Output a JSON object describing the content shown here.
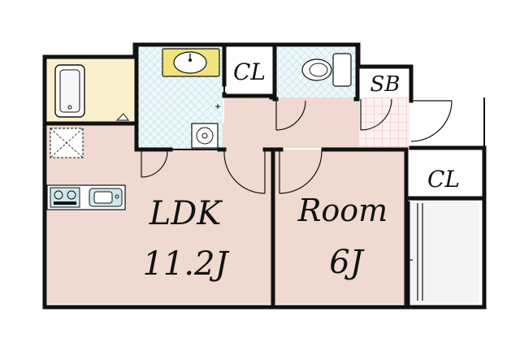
{
  "colors": {
    "wall": "#111111",
    "room_floor": "#efd9d0",
    "bath_floor": "#faf0cc",
    "wet_tile": "#e4f3f7",
    "entrance_tile": "#fbe9e9",
    "balcony": "#f4f4f4",
    "sink_yellow": "#f2e37a"
  },
  "rooms": {
    "ldk": {
      "name": "LDK",
      "size": "11.2J"
    },
    "room": {
      "name": "Room",
      "size": "6J"
    }
  },
  "closets": {
    "cl_top": "CL",
    "cl_room": "CL",
    "sb": "SB"
  },
  "fixtures": [
    "bathtub-icon",
    "washbasin-icon",
    "toilet-icon",
    "kitchen-stove-icon",
    "kitchen-sink-icon",
    "washing-machine-icon",
    "refrigerator-space-icon"
  ]
}
